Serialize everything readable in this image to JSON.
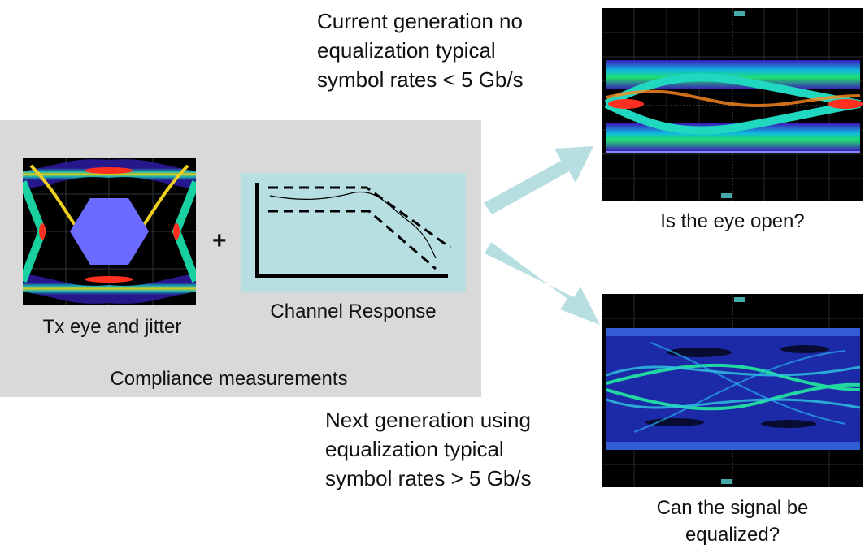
{
  "top_heading": [
    "Current generation no",
    "equalization typical",
    "symbol rates < 5 Gb/s"
  ],
  "bottom_heading": [
    "Next generation using",
    "equalization typical",
    "symbol rates > 5 Gb/s"
  ],
  "tx_eye_label": "Tx eye and jitter",
  "channel_label": "Channel Response",
  "compliance_label": "Compliance measurements",
  "plus_sign": "+",
  "top_caption": "Is the eye open?",
  "bottom_caption": [
    "Can the signal be",
    "equalized?"
  ],
  "colors": {
    "panel_gray": "#d9d9d9",
    "channel_box": "#b7dee0",
    "arrow": "#b7dee0",
    "mask": "#6b6bff",
    "scope_bg": "#000000"
  }
}
